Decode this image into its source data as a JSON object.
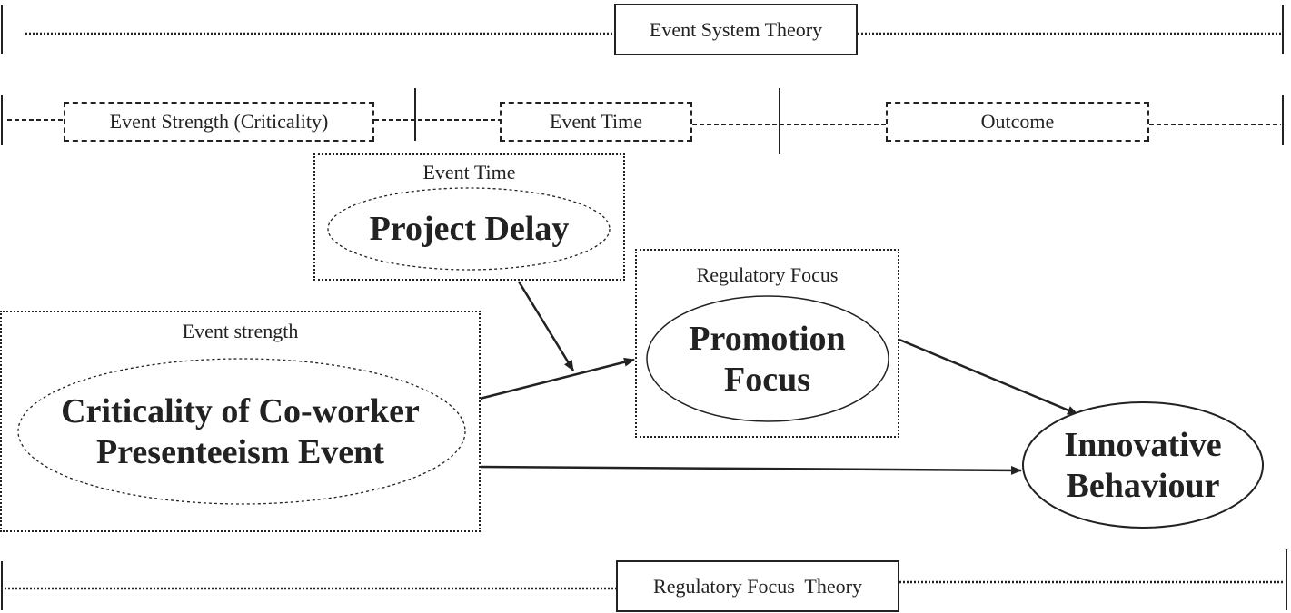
{
  "diagram": {
    "top_theory": "Event System Theory",
    "bottom_theory": "Regulatory Focus  Theory",
    "phases": {
      "strength": "Event Strength (Criticality)",
      "time": "Event Time",
      "outcome": "Outcome"
    },
    "nodes": {
      "project_delay": {
        "frame_label": "Event Time",
        "title": "Project Delay"
      },
      "criticality": {
        "frame_label": "Event strength",
        "title_line1": "Criticality of Co-worker",
        "title_line2": "Presenteeism Event"
      },
      "promotion": {
        "frame_label": "Regulatory Focus",
        "title_line1": "Promotion",
        "title_line2": "Focus"
      },
      "innovative": {
        "title_line1": "Innovative",
        "title_line2": "Behaviour"
      }
    },
    "colors": {
      "ink": "#222222",
      "background": "#ffffff"
    }
  }
}
